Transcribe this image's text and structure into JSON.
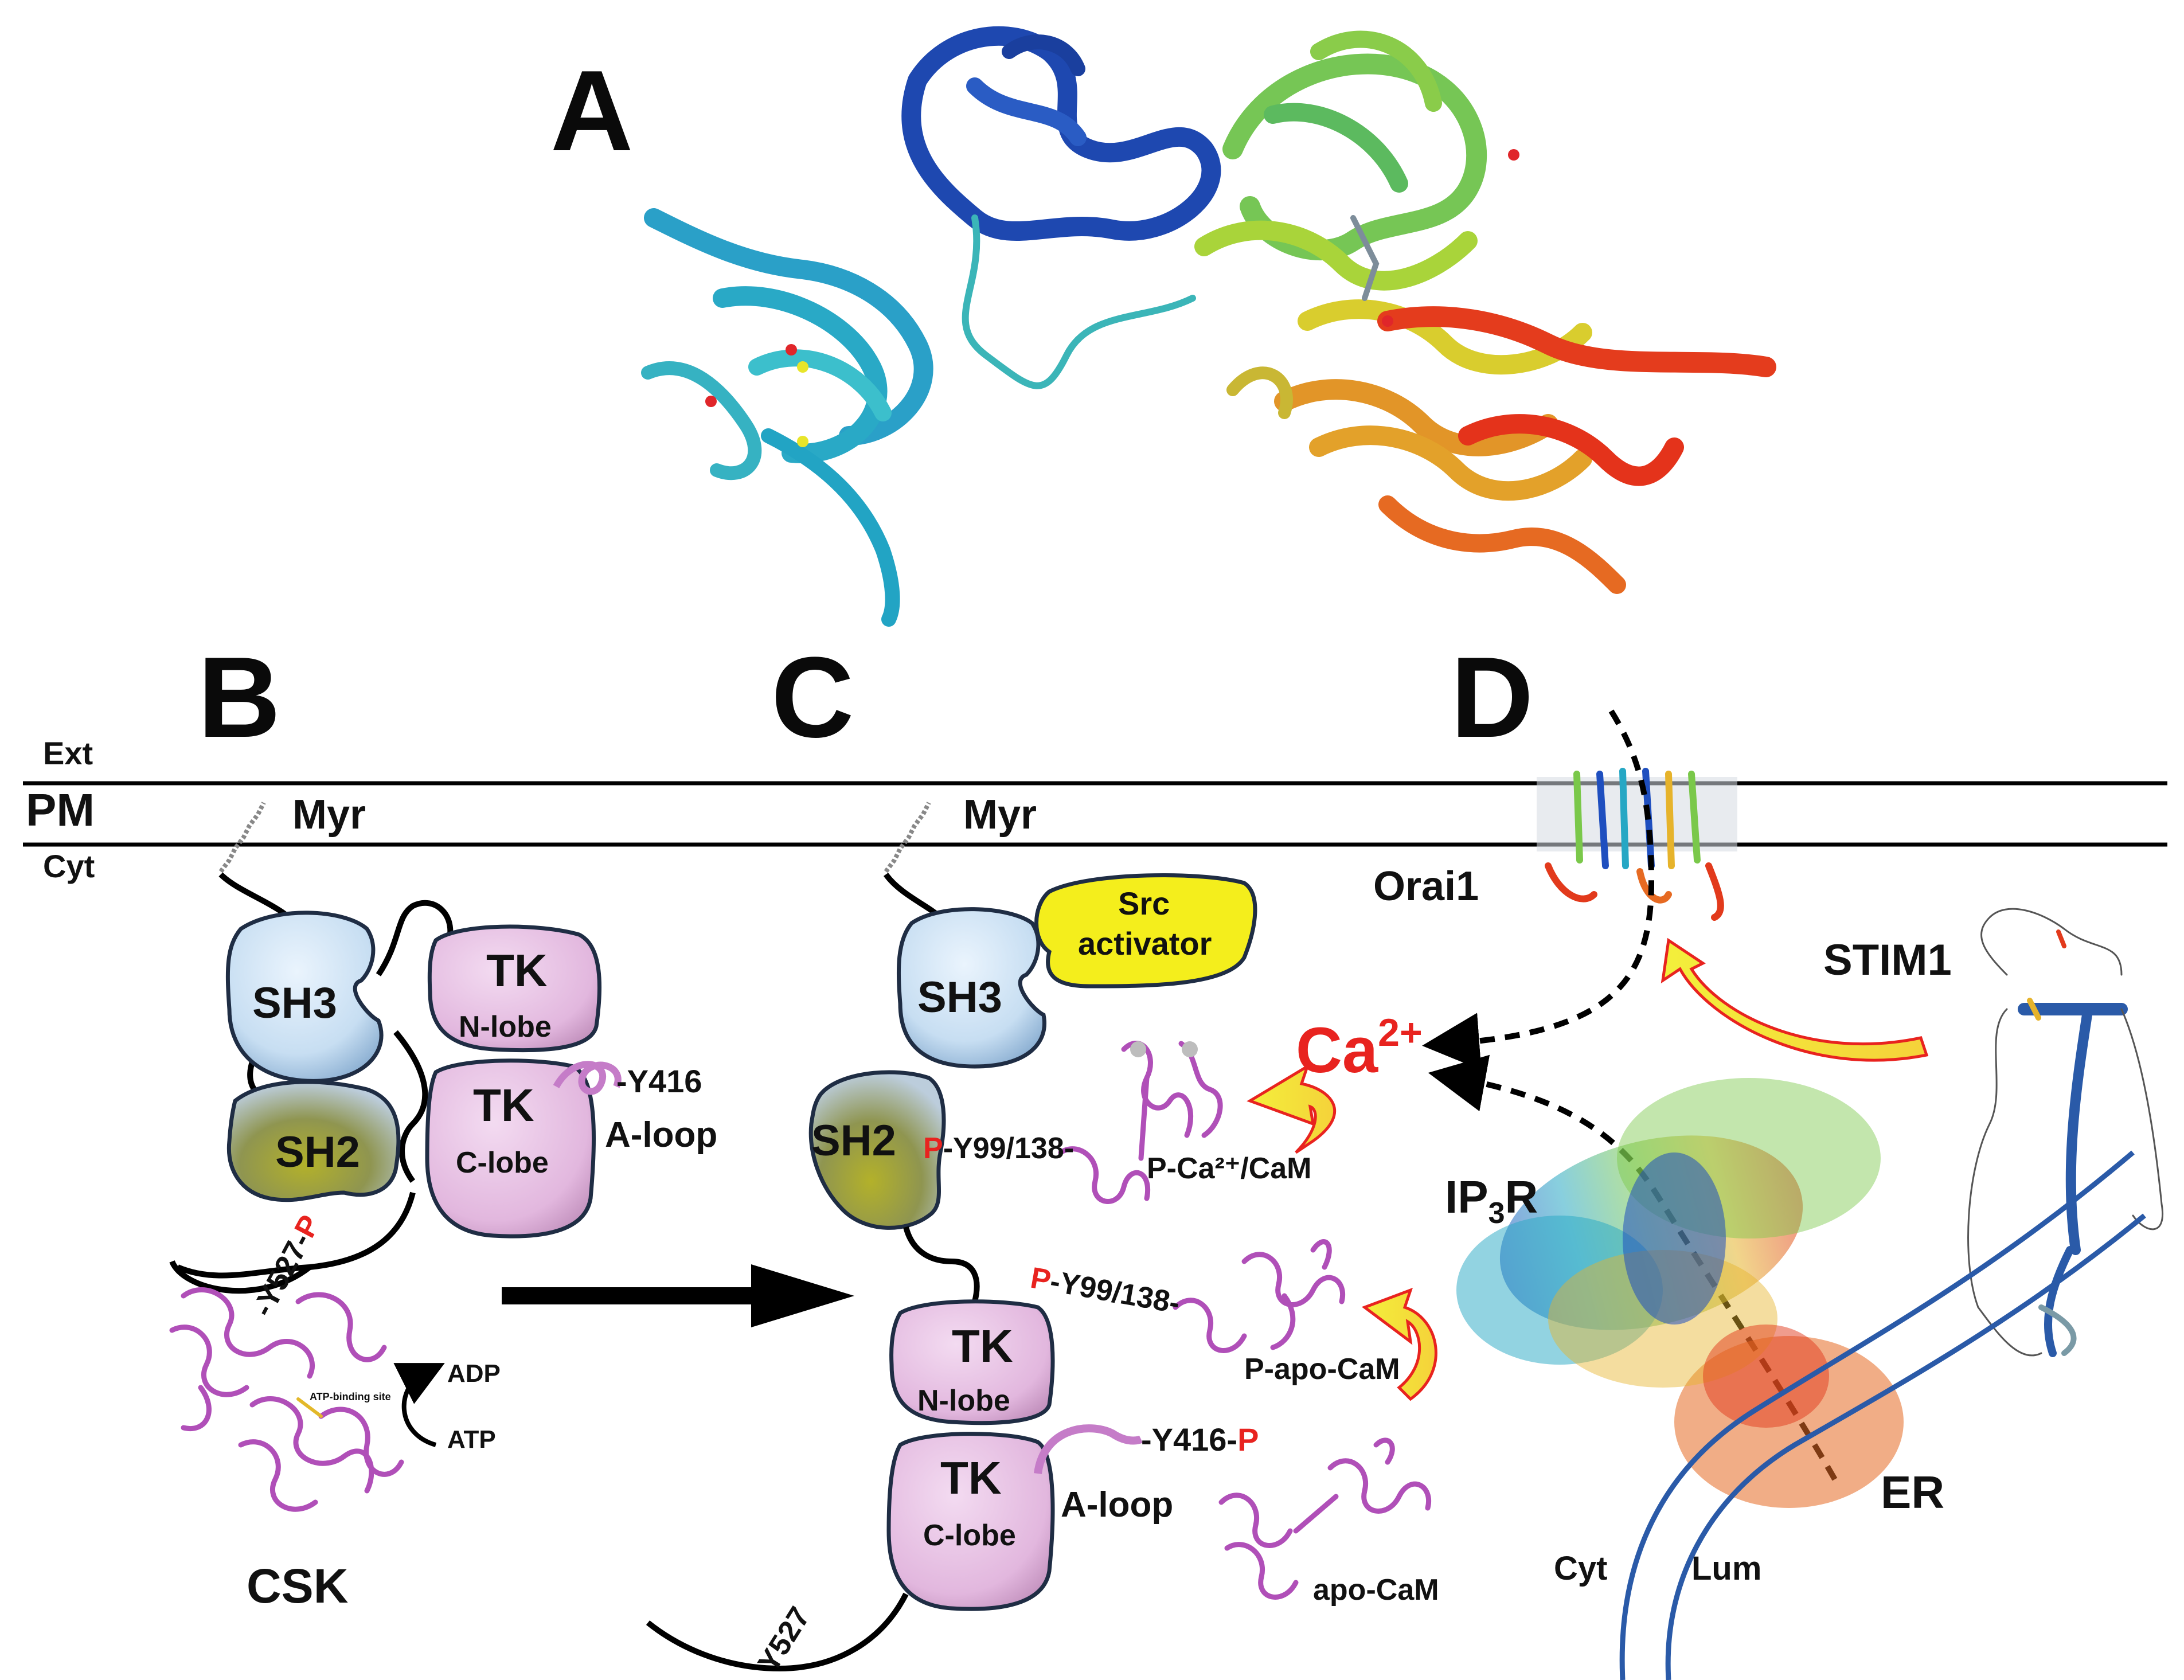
{
  "panels": {
    "a": "A",
    "b": "B",
    "c": "C",
    "d": "D"
  },
  "membrane": {
    "ext": "Ext",
    "pm": "PM",
    "cyt": "Cyt"
  },
  "panel_b": {
    "myr": "Myr",
    "sh3": "SH3",
    "sh2": "SH2",
    "tk_n": "TK",
    "tk_n_sub": "N-lobe",
    "tk_c": "TK",
    "tk_c_sub": "C-lobe",
    "y416": "-Y416",
    "aloop": "A-loop",
    "y527": "-Y527-",
    "y527_p": "P",
    "adp": "ADP",
    "atp": "ATP",
    "atp_site": "ATP-binding site",
    "csk": "CSK"
  },
  "panel_c": {
    "myr": "Myr",
    "src_act_1": "Src",
    "src_act_2": "activator",
    "sh3": "SH3",
    "sh2": "SH2",
    "p1": "P",
    "y99_1": "-Y99/138-",
    "p_ca_cam": "P-Ca²⁺/CaM",
    "p2": "P",
    "y99_2": "-Y99/138-",
    "p_apo_cam": "P-apo-CaM",
    "tk_n": "TK",
    "tk_n_sub": "N-lobe",
    "tk_c": "TK",
    "tk_c_sub": "C-lobe",
    "y416": "-Y416-",
    "y416_p": "P",
    "aloop": "A-loop",
    "apo_cam": "apo-CaM",
    "y527": "Y527"
  },
  "panel_d": {
    "orai1": "Orai1",
    "stim1": "STIM1",
    "ca": "Ca",
    "ca_sup": "2+",
    "ip3r_a": "IP",
    "ip3r_sub": "3",
    "ip3r_b": "R",
    "er": "ER",
    "cyt": "Cyt",
    "lum": "Lum"
  },
  "colors": {
    "domain_blue": "#c7def2",
    "domain_olive": "#9a9a3a",
    "tk_pink": "#e2b7de",
    "cam_magenta": "#b04fb8",
    "activator_yellow": "#f4ee1c",
    "phospho_red": "#e8231f",
    "er_blue": "#2a5aa8"
  }
}
